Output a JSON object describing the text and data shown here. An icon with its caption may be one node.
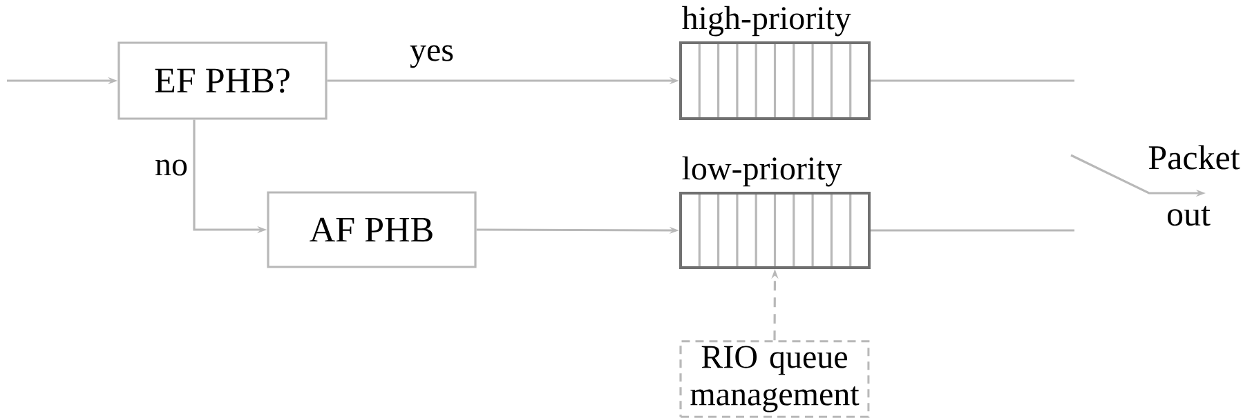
{
  "diagram": {
    "nodes": [
      {
        "text": [
          "EF PHB?"
        ]
      },
      {
        "text": [
          "AF PHB"
        ]
      },
      {
        "text": [
          "high-priority"
        ]
      },
      {
        "text": [
          "low-priority"
        ]
      },
      {
        "text": [
          "RIO queue management"
        ]
      }
    ],
    "edges": [
      {
        "from": null,
        "to": 0,
        "arrow": "to"
      },
      {
        "from": 0,
        "to": 2,
        "arrow": "to",
        "label": "yes"
      },
      {
        "from": 0,
        "to": 1,
        "arrow": "to",
        "label": "no"
      },
      {
        "from": 1,
        "to": 3,
        "arrow": "to"
      },
      {
        "from": 2,
        "to": null,
        "arrow": "none"
      },
      {
        "from": 3,
        "to": null,
        "arrow": "none"
      },
      {
        "from": 4,
        "to": 3,
        "arrow": "to",
        "style": "dashed"
      }
    ],
    "labels": [
      "Packet",
      "out"
    ]
  }
}
